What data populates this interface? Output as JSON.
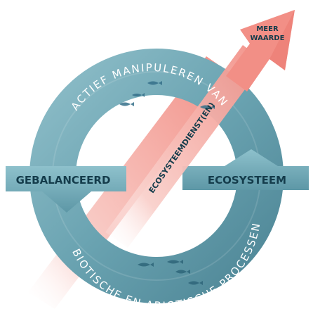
{
  "arrow": {
    "tip_label_line1": "MEER",
    "tip_label_line2": "WAARDE",
    "center_label": "ECOSYSTEEMDIENST(EN)"
  },
  "ring": {
    "top_arc_label": "ACTIEF MANIPULEREN VAN",
    "bottom_arc_label": "BIOTISCHE EN ABIOTISCHE PROCESSEN"
  },
  "tabs": {
    "left_label": "GEBALANCEERD",
    "right_label": "ECOSYSTEEM"
  },
  "colors": {
    "ring_dark": "#5f97a6",
    "ring_mid": "#7db3c0",
    "ring_light": "#b5d6dd",
    "arrow": "#f4a29b",
    "arrow_light": "#fad6d1",
    "label_dark": "#143c4b",
    "white": "#ffffff"
  },
  "icons": [
    "fish-icon"
  ]
}
